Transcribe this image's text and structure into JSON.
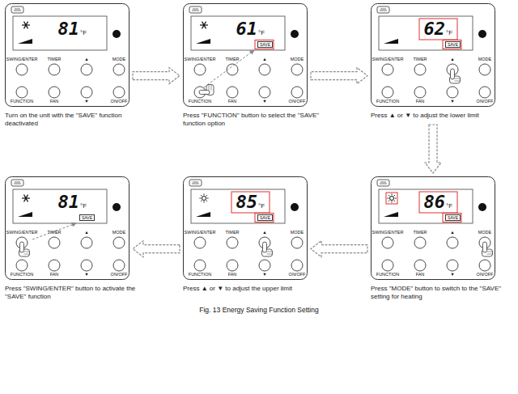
{
  "diagram": {
    "caption": "Fig. 13 Energy Saving Function Setting",
    "nodes": [
      {
        "text": [
          "Turn on the unit with the \"SAVE\" function deactivated"
        ]
      },
      {
        "text": [
          "Press \"FUNCTION\" button to select the \"SAVE\" function option"
        ]
      },
      {
        "text": [
          "Press ▲ or ▼ to adjust the lower limit"
        ]
      },
      {
        "text": [
          "Press \"SWING/ENTER\" button to activate the \"SAVE\" function"
        ]
      },
      {
        "text": [
          "Press ▲ or ▼ to adjust the upper limit"
        ]
      },
      {
        "text": [
          "Press \"MODE\" button to switch to the \"SAVE\" setting for heating"
        ]
      }
    ],
    "edges": [
      {
        "from": 0,
        "to": 1,
        "arrow": "to"
      },
      {
        "from": 1,
        "to": 2,
        "arrow": "to"
      },
      {
        "from": 2,
        "to": 5,
        "arrow": "to"
      },
      {
        "from": 5,
        "to": 4,
        "arrow": "to"
      },
      {
        "from": 4,
        "to": 3,
        "arrow": "to"
      }
    ],
    "labels": [
      "81",
      "°F",
      "SWING/ENTER",
      "TIMER",
      "▲",
      "MODE",
      "FUNCTION",
      "FAN",
      "▼",
      "ON/OFF",
      "61",
      "°F",
      "SAVE",
      "SWING/ENTER",
      "TIMER",
      "▲",
      "MODE",
      "FUNCTION",
      "FAN",
      "▼",
      "ON/OFF",
      "62",
      "°F",
      "SAVE",
      "SWING/ENTER",
      "TIMER",
      "▲",
      "MODE",
      "FUNCTION",
      "FAN",
      "▼",
      "ON/OFF",
      "81",
      "°F",
      "SAVE",
      "SWING/ENTER",
      "TIMER",
      "▲",
      "MODE",
      "FUNCTION",
      "FAN",
      "▼",
      "ON/OFF",
      "85",
      "°F",
      "SAVE",
      "SWING/ENTER",
      "TIMER",
      "▲",
      "MODE",
      "FUNCTION",
      "FAN",
      "▼",
      "ON/OFF",
      "86",
      "°F",
      "SAVE",
      "SWING/ENTER",
      "TIMER",
      "▲",
      "MODE",
      "FUNCTION",
      "FAN",
      "▼",
      "ON/OFF"
    ]
  }
}
